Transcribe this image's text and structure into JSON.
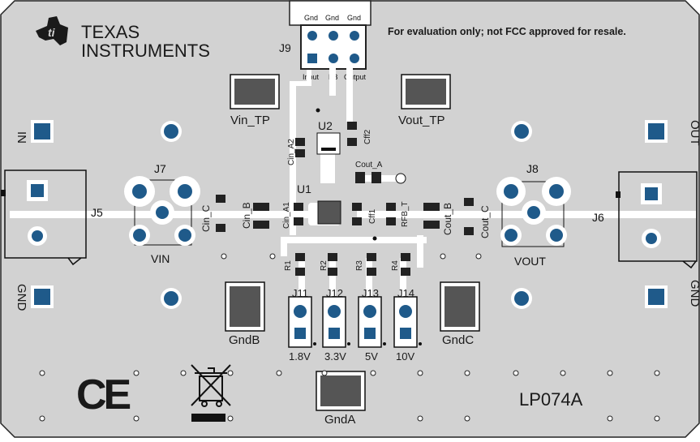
{
  "brand": {
    "line1": "TEXAS",
    "line2": "INSTRUMENTS"
  },
  "notice": "For evaluation only; not FCC approved for resale.",
  "board_name": "LP074A",
  "j9": {
    "ref": "J9",
    "top_pins": [
      "Gnd",
      "Gnd",
      "Gnd"
    ],
    "bottom_pins": [
      "Input",
      "FB",
      "Output"
    ]
  },
  "testpoints": {
    "vin": "Vin_TP",
    "vout": "Vout_TP",
    "gnda": "GndA",
    "gndb": "GndB",
    "gndc": "GndC"
  },
  "connectors": {
    "j5": "J5",
    "j6": "J6",
    "j7": "J7",
    "j8": "J8",
    "vin": "VIN",
    "vout": "VOUT"
  },
  "edge_labels": {
    "in": "IN",
    "gnd_left": "GND",
    "out": "OUT",
    "gnd_right": "GND"
  },
  "components": {
    "u1": "U1",
    "u2": "U2",
    "cin_a2": "Cin_A2",
    "cff2": "Cff2",
    "cout_a": "Cout_A",
    "cin_a1": "Cin_A1",
    "cff1": "Cff1",
    "rfb_t": "RFB_T",
    "cin_b": "Cin_B",
    "cin_c": "Cin_C",
    "cout_b": "Cout_B",
    "cout_c": "Cout_C",
    "r1": "R1",
    "r2": "R2",
    "r3": "R3",
    "r4": "R4"
  },
  "jumpers": [
    {
      "ref": "J11",
      "voltage": "1.8V"
    },
    {
      "ref": "J12",
      "voltage": "3.3V"
    },
    {
      "ref": "J13",
      "voltage": "5V"
    },
    {
      "ref": "J14",
      "voltage": "10V"
    }
  ],
  "marks": {
    "ce": "CE"
  },
  "colors": {
    "board": "#d2d2d2",
    "pad": "#1f5a8a",
    "copper": "#ffffff",
    "outline": "#222222"
  }
}
